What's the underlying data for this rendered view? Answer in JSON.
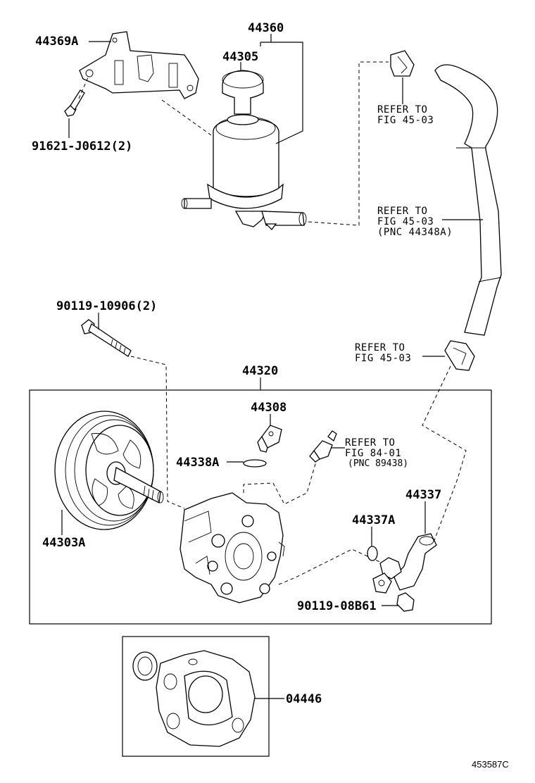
{
  "labels": {
    "p44369A": "44369A",
    "p44360": "44360",
    "p44305": "44305",
    "p91621": "91621-J0612(2)",
    "p90119_10906": "90119-10906(2)",
    "p44320": "44320",
    "p44308": "44308",
    "p44338A": "44338A",
    "p44303A": "44303A",
    "p44337": "44337",
    "p44337A": "44337A",
    "p90119_08B61": "90119-08B61",
    "p04446": "04446"
  },
  "refs": {
    "r1_line1": "REFER TO",
    "r1_line2": "FIG 45-03",
    "r2_line1": "REFER TO",
    "r2_line2": "FIG 45-03",
    "r2_line3": "(PNC 44348A)",
    "r3_line1": "REFER TO",
    "r3_line2": "FIG 45-03",
    "r4_line1": "REFER TO",
    "r4_line2": "FIG 84-01",
    "r4_line3": "(PNC 89438)"
  },
  "figure_number": "453587C"
}
